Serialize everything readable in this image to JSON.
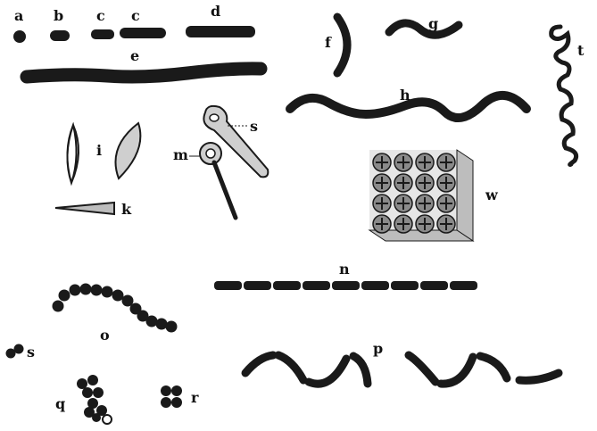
{
  "labels": {
    "a": "a",
    "b": "b",
    "c1": "c",
    "c2": "c",
    "d": "d",
    "e": "e",
    "f": "f",
    "g": "g",
    "h": "h",
    "i": "i",
    "k": "k",
    "m": "m",
    "n": "n",
    "o": "o",
    "p": "p",
    "q": "q",
    "r": "r",
    "s1": "s",
    "s2": "s",
    "t": "t",
    "w": "w"
  }
}
